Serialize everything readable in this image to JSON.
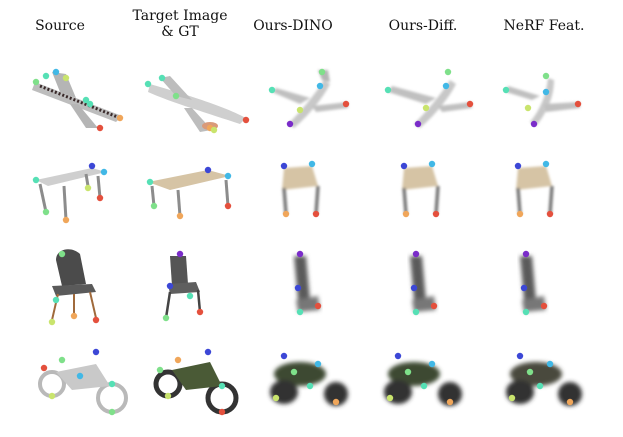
{
  "headers": {
    "source": "Source",
    "target": "Target Image\n& GT",
    "dino": "Ours-DINO",
    "diff": "Ours-Diff.",
    "nerf": "NeRF Feat."
  },
  "rows": [
    {
      "object": "airplane"
    },
    {
      "object": "table"
    },
    {
      "object": "chair"
    },
    {
      "object": "motorcycle"
    }
  ],
  "colors": {
    "keypoints": [
      "#7a2cc9",
      "#3c47d6",
      "#41b8e6",
      "#56e0b5",
      "#7fe08a",
      "#c9e46d",
      "#f0a65a",
      "#e4503d"
    ],
    "plane_body": "#c9c9c9",
    "table_top": "#d6c4a5",
    "table_top_gray": "#cfcfcf",
    "chair_dark": "#4b4b4b",
    "moto_dark": "#3d4a32",
    "moto_gray": "#b9b9b9"
  }
}
